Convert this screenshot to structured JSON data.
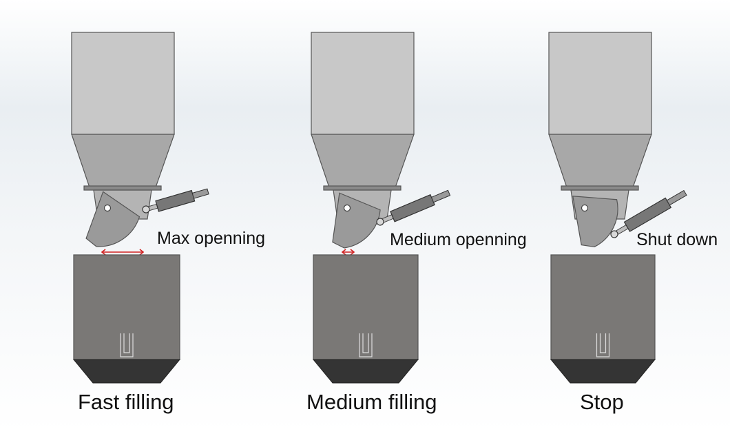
{
  "panels": [
    {
      "state_label": "Max openning",
      "caption": "Fast filling"
    },
    {
      "state_label": "Medium openning",
      "caption": "Medium filling"
    },
    {
      "state_label": "Shut down",
      "caption": "Stop"
    }
  ],
  "colors": {
    "body_gray": "#c8c8c8",
    "cone_gray": "#a8a8a8",
    "gate_gray": "#9a9a9a",
    "bin_gray": "#7a7876",
    "bin_bottom": "#343434",
    "arrow_red": "#d02020"
  }
}
